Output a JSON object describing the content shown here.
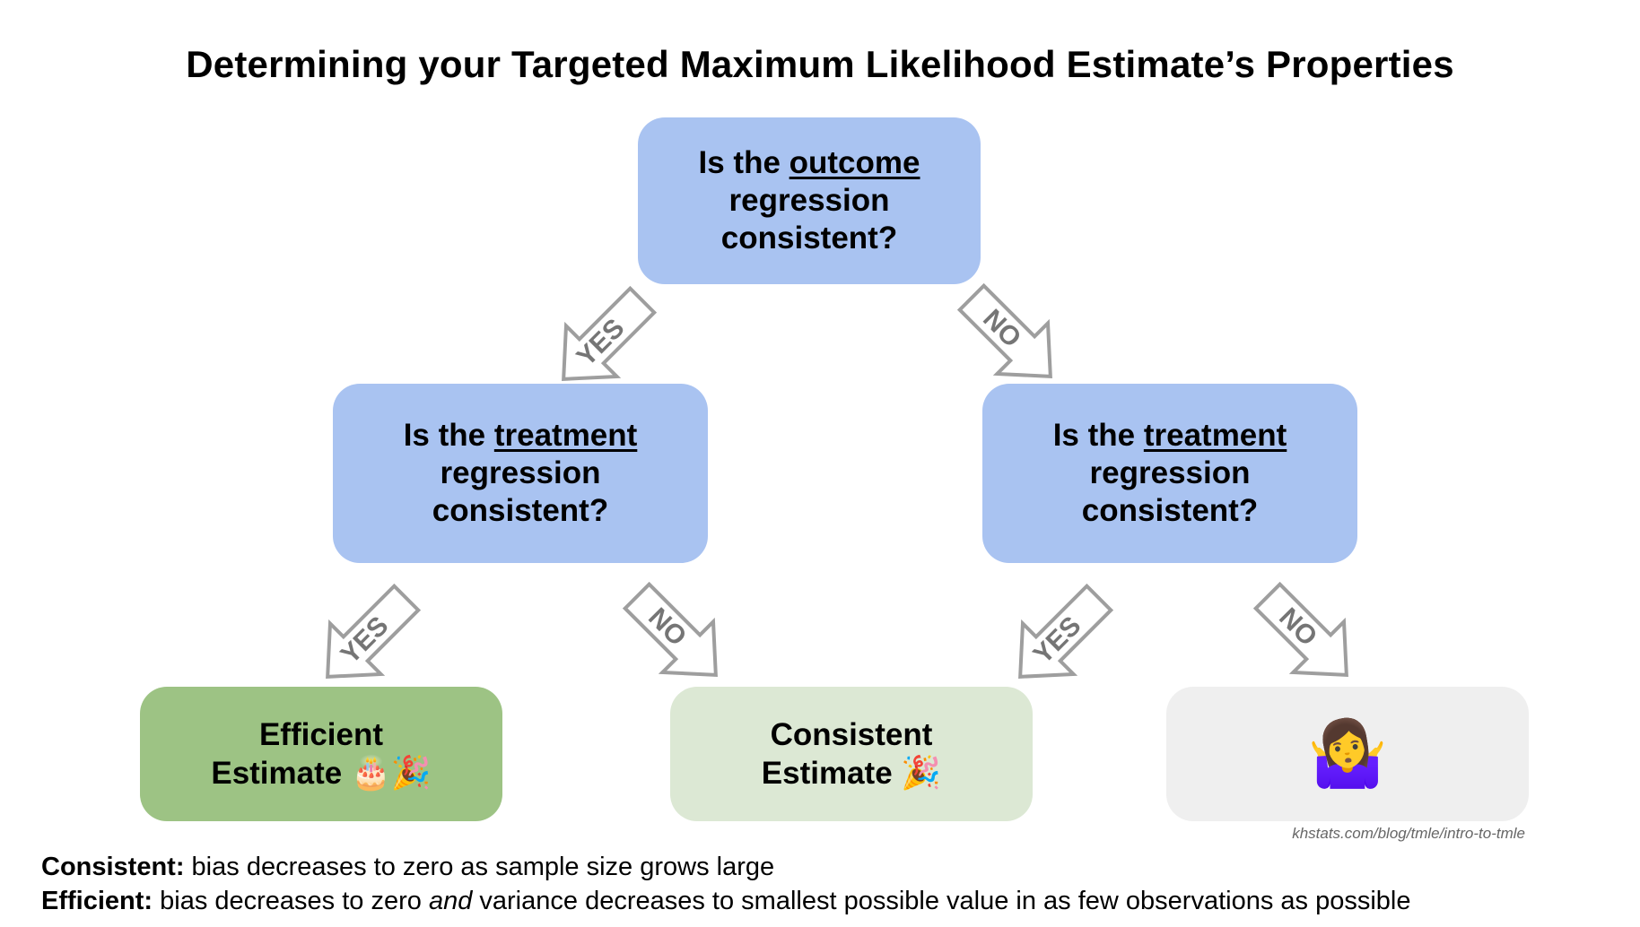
{
  "title": "Determining your Targeted Maximum Likelihood Estimate’s Properties",
  "nodes": {
    "root": {
      "prefix": "Is the ",
      "keyword": "outcome",
      "line2": "regression",
      "line3": "consistent?"
    },
    "left_question": {
      "prefix": "Is the ",
      "keyword": "treatment",
      "line2": "regression",
      "line3": "consistent?"
    },
    "right_question": {
      "prefix": "Is the ",
      "keyword": "treatment",
      "line2": "regression",
      "line3": "consistent?"
    },
    "efficient": {
      "line1": "Efficient",
      "line2": "Estimate",
      "emoji": "🎂🎉",
      "color": "#9dc384"
    },
    "consistent": {
      "line1": "Consistent",
      "line2": "Estimate",
      "emoji": "🎉",
      "color": "#dce8d4"
    },
    "unknown": {
      "emoji": "🤷‍♀️",
      "color": "#efefef"
    }
  },
  "edge_labels": {
    "root_yes": "YES",
    "root_no": "NO",
    "left_yes": "YES",
    "left_no": "NO",
    "right_yes": "YES",
    "right_no": "NO"
  },
  "source": "khstats.com/blog/tmle/intro-to-tmle",
  "definitions": [
    {
      "term": "Consistent:",
      "text": " bias decreases to zero as sample size grows large"
    },
    {
      "term": "Efficient:",
      "text_before": " bias decreases to zero ",
      "emphasis": "and",
      "text_after": " variance decreases to smallest possible value in as few observations as possible"
    }
  ],
  "colors": {
    "question_box": "#a9c3f1",
    "arrow_stroke": "#9e9e9e",
    "arrow_label": "#757575"
  }
}
